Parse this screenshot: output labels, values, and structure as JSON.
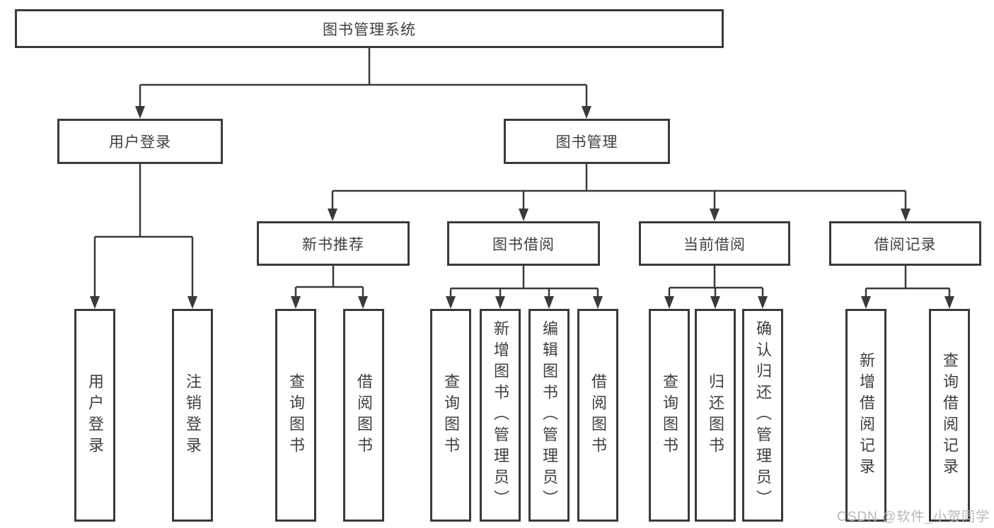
{
  "diagram": {
    "type": "hierarchy-tree",
    "colors": {
      "line": "#3a3a3a",
      "box_border": "#3a3a3a",
      "box_background": "#ffffff",
      "text": "#3f3f3f",
      "watermark": "#b8b8b8"
    },
    "nodes": {
      "root": "图书管理系统",
      "login": "用户登录",
      "mgmt": "图书管理",
      "login_children": [
        "用户登录",
        "注销登录"
      ],
      "mgmt_children": [
        "新书推荐",
        "图书借阅",
        "当前借阅",
        "借阅记录"
      ],
      "new_books_children": [
        "查询图书",
        "借阅图书"
      ],
      "borrow_children": [
        "查询图书",
        "新增图书（管理员）",
        "编辑图书（管理员）",
        "借阅图书"
      ],
      "current_children": [
        "查询图书",
        "归还图书",
        "确认归还（管理员）"
      ],
      "records_children": [
        "新增借阅记录",
        "查询借阅记录"
      ]
    }
  },
  "watermark": {
    "text": "CSDN @软件_小贺同学"
  }
}
